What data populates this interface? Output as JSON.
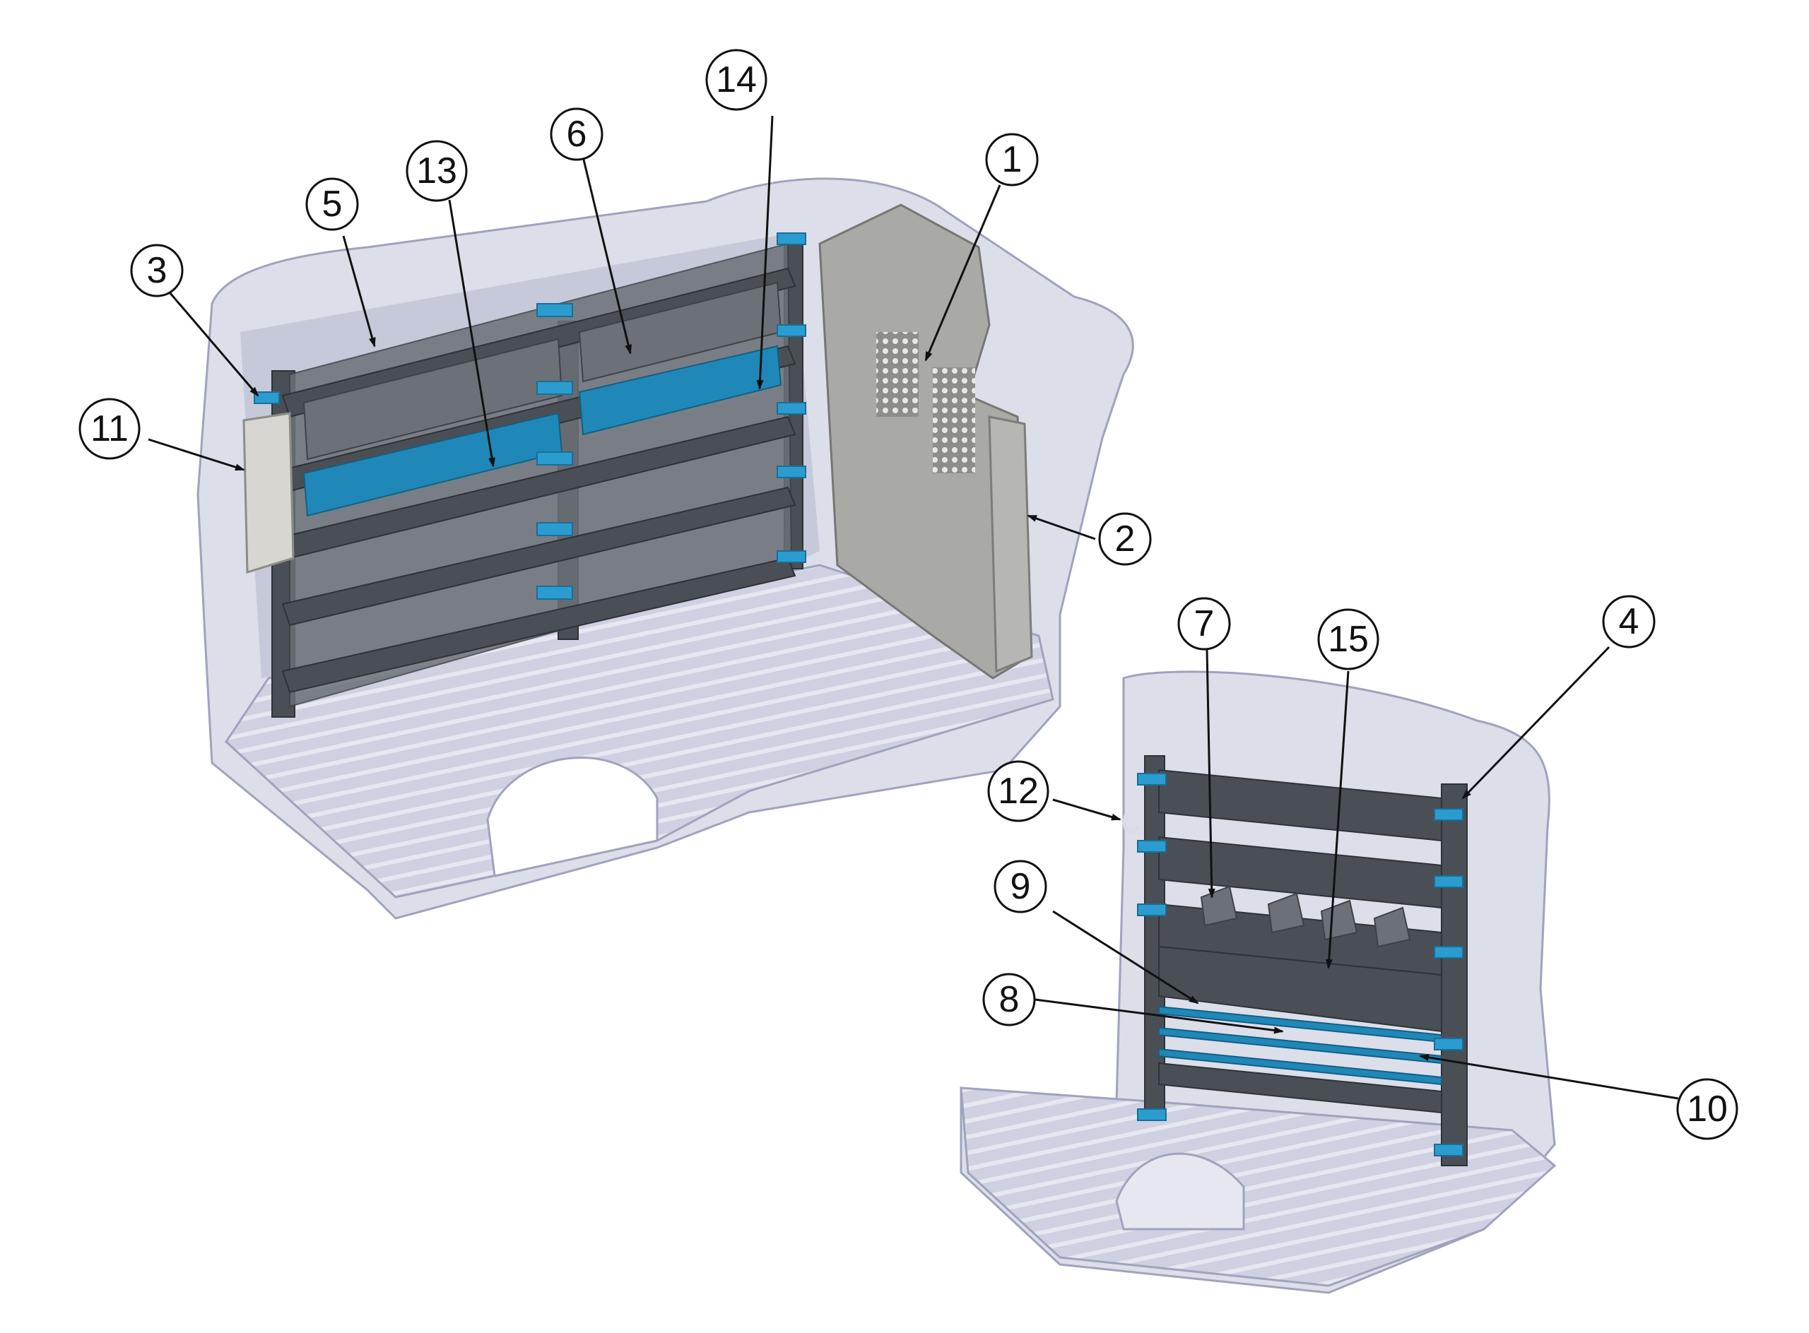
{
  "colors": {
    "van_body": "#c9ccdf",
    "van_body_light": "#dcdeea",
    "van_body_dark": "#9fa3bd",
    "shelf_dark": "#4a4f55",
    "shelf_mid": "#6c7178",
    "bin_blue": "#1f88b8",
    "bracket_blue": "#2b9ccf",
    "partition": "#a9a9a6",
    "ink": "#111111"
  },
  "callouts": [
    {
      "id": "c1",
      "label": "1"
    },
    {
      "id": "c2",
      "label": "2"
    },
    {
      "id": "c3",
      "label": "3"
    },
    {
      "id": "c4",
      "label": "4"
    },
    {
      "id": "c5",
      "label": "5"
    },
    {
      "id": "c6",
      "label": "6"
    },
    {
      "id": "c7",
      "label": "7"
    },
    {
      "id": "c8",
      "label": "8"
    },
    {
      "id": "c9",
      "label": "9"
    },
    {
      "id": "c10",
      "label": "10"
    },
    {
      "id": "c11",
      "label": "11"
    },
    {
      "id": "c12",
      "label": "12"
    },
    {
      "id": "c13",
      "label": "13"
    },
    {
      "id": "c14",
      "label": "14"
    },
    {
      "id": "c15",
      "label": "15"
    }
  ]
}
